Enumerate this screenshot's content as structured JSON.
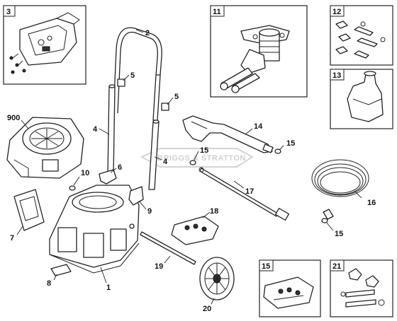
{
  "diagram": {
    "watermark_text": "BRIGGS & STRATTON",
    "inset_boxes": [
      {
        "number": "3"
      },
      {
        "number": "11"
      },
      {
        "number": "12"
      },
      {
        "number": "13"
      },
      {
        "number": "15"
      },
      {
        "number": "21"
      }
    ],
    "callouts": {
      "c900": "900",
      "c1": "1",
      "c2": "2",
      "c4a": "4",
      "c4b": "4",
      "c5a": "5",
      "c5b": "5",
      "c6": "6",
      "c7": "7",
      "c8": "8",
      "c9": "9",
      "c10": "10",
      "c14": "14",
      "c15a": "15",
      "c15b": "15",
      "c15c": "15",
      "c16": "16",
      "c17": "17",
      "c18": "18",
      "c19": "19",
      "c20": "20"
    }
  }
}
